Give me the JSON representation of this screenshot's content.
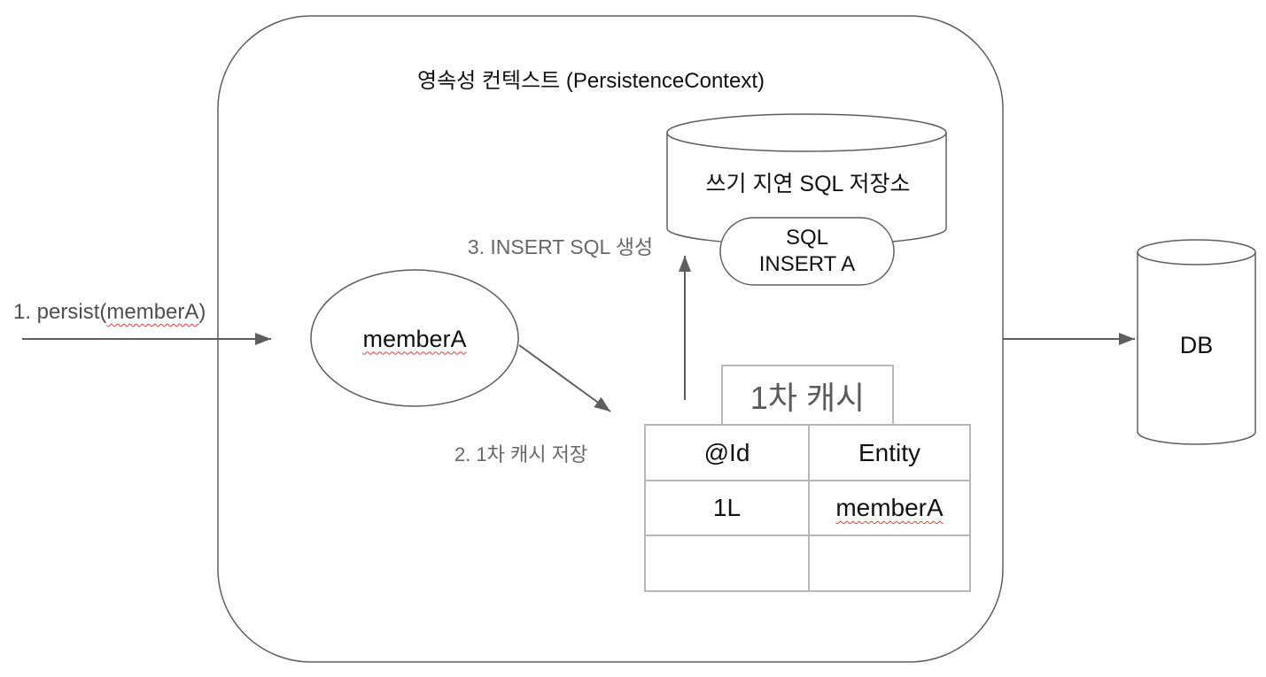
{
  "persistence_context": {
    "title": "영속성 컨텍스트 (PersistenceContext)"
  },
  "labels": {
    "step1_prefix": "1. persist(",
    "step1_entity": "memberA",
    "step1_suffix": ")",
    "step2": "2. 1차 캐시 저장",
    "step3": "3. INSERT SQL 생성"
  },
  "entity": {
    "label": "memberA"
  },
  "write_behind_store": {
    "title": "쓰기 지연 SQL 저장소",
    "sql_lines": [
      "SQL",
      "INSERT A"
    ]
  },
  "first_level_cache": {
    "title": "1차 캐시",
    "columns": [
      "@Id",
      "Entity"
    ],
    "rows": [
      {
        "id": "1L",
        "entity": "memberA"
      },
      {
        "id": "",
        "entity": ""
      }
    ]
  },
  "database": {
    "label": "DB"
  },
  "colors": {
    "shape_line": "#5e5e60",
    "light_border": "#b7b7b7",
    "step_label_dark": "#4d4e50",
    "step_label_gray": "#66676a",
    "shape_text": "#111111",
    "squiggle_red": "#f03b30"
  }
}
